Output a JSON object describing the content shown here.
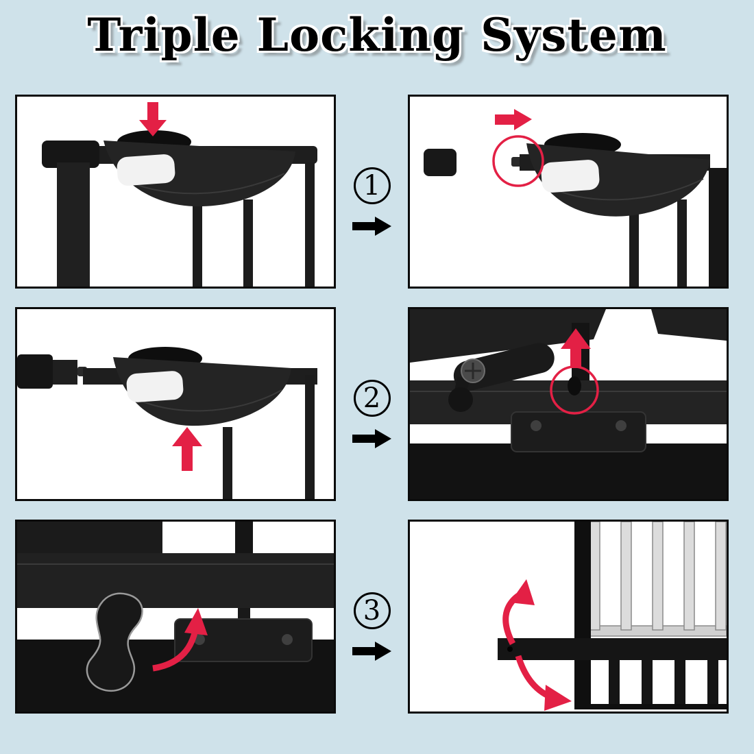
{
  "page": {
    "title": "Triple Locking System"
  },
  "colors": {
    "background": "#cfe2ea",
    "panel_background": "#ffffff",
    "panel_border": "#0b0b0b",
    "gate_black": "#1e1e1e",
    "button_white": "#f2f2f2",
    "accent_red": "#e32045",
    "connector_arrow_black": "#000000"
  },
  "steps": [
    {
      "number": "1",
      "left_panel": {
        "illustration": "press-down-gate-handle",
        "icons": [
          "red-arrow-down-icon"
        ]
      },
      "right_panel": {
        "illustration": "release-button-slides-right",
        "icons": [
          "red-arrow-right-icon",
          "red-circle-highlight-icon"
        ]
      },
      "connector_icons": [
        "circled-number-icon",
        "black-arrow-right-icon"
      ]
    },
    {
      "number": "2",
      "left_panel": {
        "illustration": "lift-gate-handle-up",
        "icons": [
          "red-arrow-up-icon"
        ]
      },
      "right_panel": {
        "illustration": "bottom-pin-releases-from-base",
        "icons": [
          "red-arrow-up-icon",
          "red-circle-highlight-icon"
        ]
      },
      "connector_icons": [
        "circled-number-icon",
        "black-arrow-right-icon"
      ]
    },
    {
      "number": "3",
      "left_panel": {
        "illustration": "foot-pedal-release-lever",
        "icons": [
          "red-curved-arrow-icon"
        ]
      },
      "right_panel": {
        "illustration": "gate-door-swings-open",
        "icons": [
          "red-curved-arrow-up-icon",
          "red-curved-arrow-down-icon"
        ]
      },
      "connector_icons": [
        "circled-number-icon",
        "black-arrow-right-icon"
      ]
    }
  ]
}
